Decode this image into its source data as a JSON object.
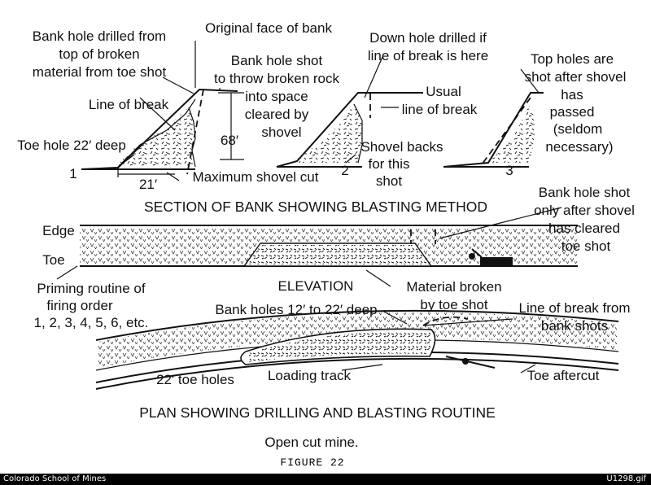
{
  "labels": {
    "bank_hole_drilled": [
      "Bank hole drilled from",
      "top of broken",
      "material from toe shot"
    ],
    "original_face": "Original face of bank",
    "bank_hole_shot": [
      "Bank hole shot",
      "to throw broken rock",
      "into space",
      "cleared by",
      "shovel"
    ],
    "down_hole": [
      "Down hole drilled if",
      "line of break is here"
    ],
    "top_holes": [
      "Top holes are",
      "shot after shovel",
      "has",
      "passed",
      "(seldom",
      "necessary)"
    ],
    "line_of_break": "Line of break",
    "usual_line": [
      "Usual",
      "line of break"
    ],
    "toe_hole": "Toe hole 22′ deep",
    "height_68": "68′",
    "dist_21": "21′",
    "max_shovel_cut": "Maximum shovel cut",
    "shovel_backs": [
      "Shovel backs",
      "for this",
      "shot"
    ],
    "num1": "1",
    "num2": "2",
    "num3": "3",
    "section_title": "SECTION OF BANK SHOWING BLASTING METHOD",
    "bank_hole_shot_after": [
      "Bank hole shot",
      "only after shovel",
      "has cleared",
      "toe shot"
    ],
    "edge": "Edge",
    "toe": "Toe",
    "elevation": "ELEVATION",
    "priming": [
      "Priming routine of",
      "firing order",
      "1, 2, 3, 4, 5, 6, etc."
    ],
    "material_broken": [
      "Material broken",
      "by toe shot"
    ],
    "bank_holes_depth": "Bank holes 12′ to 22′ deep",
    "line_of_break_bank": [
      "Line of break from",
      "bank shots"
    ],
    "toe_holes_22": "22′ toe holes",
    "loading_track": "Loading track",
    "toe_aftercut": "Toe aftercut",
    "plan_title": "PLAN SHOWING DRILLING AND BLASTING ROUTINE",
    "open_cut": "Open cut mine.",
    "figure": "FIGURE 22"
  },
  "footer": {
    "left": "Colorado School of Mines",
    "right": "U1298.gif"
  },
  "colors": {
    "ink": "#111111",
    "background": "#ffffff",
    "footer_bg": "#000000",
    "footer_text": "#ffffff"
  }
}
